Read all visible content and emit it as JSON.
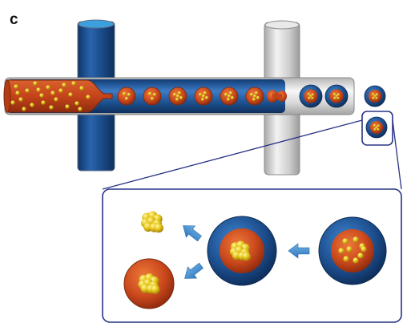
{
  "panel_label": "c",
  "colors": {
    "outer_phase_blue": "#1d4f8f",
    "collection_tube_gray": "#c8c8c8",
    "core_orange": "#c9481c",
    "nanoparticle_gold": "#e2c21a",
    "callout_navy": "#2a3386",
    "arrow_blue": "#3d8fd0",
    "tube_outline": "#7a7a7a"
  },
  "icons": [
    "cross-junction-channel",
    "droplet",
    "nanoparticle",
    "arrow",
    "zoom-callout"
  ]
}
